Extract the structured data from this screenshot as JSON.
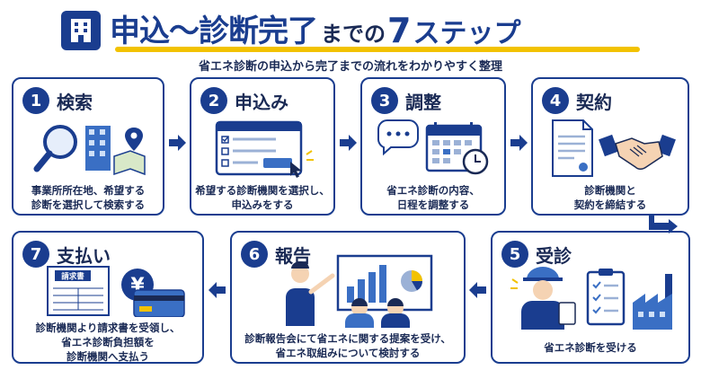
{
  "header": {
    "title_main": "申込～診断完了",
    "title_made": "までの",
    "title_num": "7",
    "title_steps": "ステップ",
    "subtitle": "省エネ診断の申込から完了までの流れをわかりやすく整理"
  },
  "steps": [
    {
      "num": "1",
      "title": "検索",
      "desc1": "事業所所在地、希望する",
      "desc2": "診断を選択して検索する",
      "icon": "magnifier-building-map-icon"
    },
    {
      "num": "2",
      "title": "申込み",
      "desc1": "希望する診断機関を選択し、",
      "desc2": "申込みをする",
      "icon": "web-form-cursor-icon"
    },
    {
      "num": "3",
      "title": "調整",
      "desc1": "省エネ診断の内容、",
      "desc2": "日程を調整する",
      "icon": "chat-calendar-clock-icon"
    },
    {
      "num": "4",
      "title": "契約",
      "desc1": "診断機関と",
      "desc2": "契約を締結する",
      "icon": "contract-handshake-icon"
    },
    {
      "num": "5",
      "title": "受診",
      "desc1": "省エネ診断を受ける",
      "desc2": "",
      "icon": "worker-clipboard-factory-icon"
    },
    {
      "num": "6",
      "title": "報告",
      "desc1": "診断報告会にて省エネに関する提案を受け、",
      "desc2": "省エネ取組みについて検討する",
      "icon": "presentation-meeting-icon"
    },
    {
      "num": "7",
      "title": "支払い",
      "desc1": "診断機関より請求書を受領し、",
      "desc2": "省エネ診断負担額を",
      "desc3": "診断機関へ支払う",
      "icon": "invoice-yen-card-icon"
    }
  ],
  "illustrations": {
    "invoice_label": "請求書",
    "yen_symbol": "¥"
  },
  "colors": {
    "primary": "#1a3d8f",
    "accent": "#f2c200",
    "text": "#1a2a55"
  }
}
